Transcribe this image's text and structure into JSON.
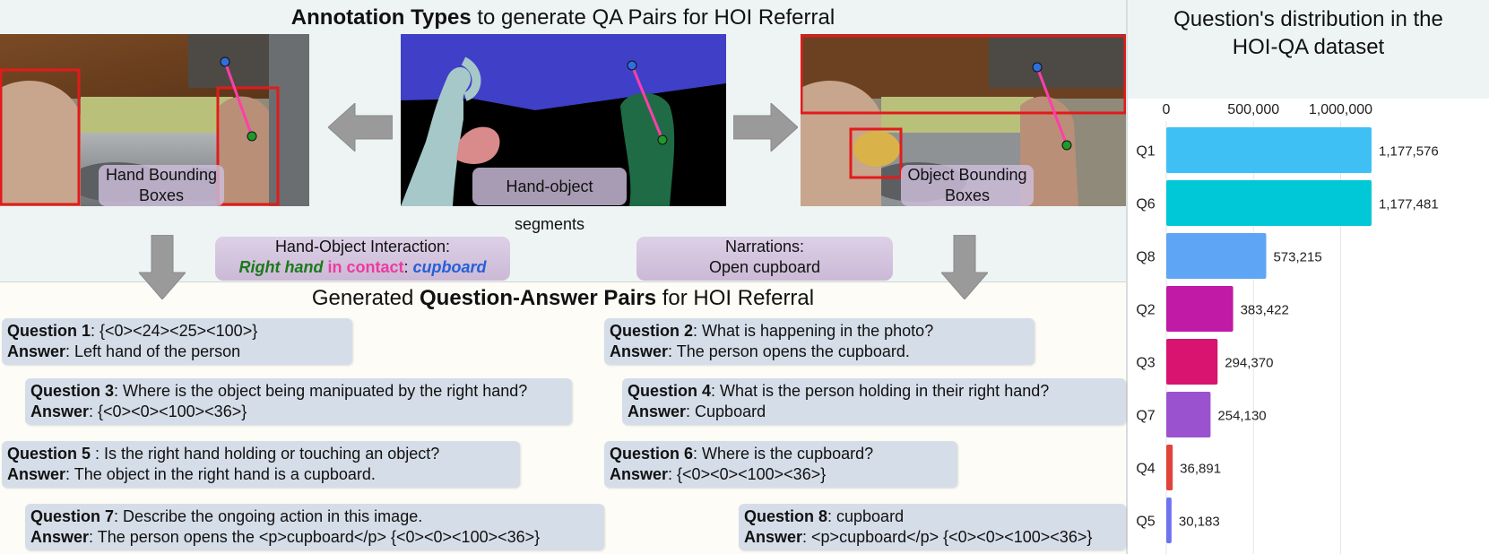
{
  "top": {
    "title_bold": "Annotation Types",
    "title_rest": " to generate QA Pairs for HOI Referral",
    "labels": {
      "hand_boxes_1": "Hand Bounding",
      "hand_boxes_2": "Boxes",
      "segments": "Hand-object segments",
      "object_boxes_1": "Object Bounding",
      "object_boxes_2": "Boxes"
    },
    "hoi": {
      "title": "Hand-Object Interaction:",
      "hand": "Right hand",
      "contact": " in contact",
      "colon": ": ",
      "object": "cupboard"
    },
    "narration": {
      "title": "Narrations:",
      "text": "Open cupboard"
    }
  },
  "bottom": {
    "title_pre": "Generated ",
    "title_bold": "Question-Answer Pairs",
    "title_post": " for HOI Referral",
    "qa": [
      {
        "q_label": "Question 1",
        "q_text": ": {<0><24><25><100>}",
        "a_label": "Answer",
        "a_text": ": Left hand of the person"
      },
      {
        "q_label": "Question 2",
        "q_text": ": What is happening in the photo?",
        "a_label": "Answer",
        "a_text": ": The person opens the cupboard."
      },
      {
        "q_label": "Question 3",
        "q_text": ": Where is the object being manipuated by the right hand?",
        "a_label": "Answer",
        "a_text": ": {<0><0><100><36>}"
      },
      {
        "q_label": "Question 4",
        "q_text": ": What is the person holding in their right hand?",
        "a_label": "Answer",
        "a_text": ": Cupboard"
      },
      {
        "q_label": "Question 5",
        "q_text": " : Is the right hand holding or touching an object?",
        "a_label": "Answer",
        "a_text": ": The object in the right hand is a cupboard."
      },
      {
        "q_label": "Question 6",
        "q_text": ": Where is the cupboard?",
        "a_label": "Answer",
        "a_text": ": {<0><0><100><36>}"
      },
      {
        "q_label": "Question 7",
        "q_text": ": Describe the ongoing action in this image.",
        "a_label": "Answer",
        "a_text": ": The person opens the <p>cupboard</p> {<0><0><100><36>}"
      },
      {
        "q_label": "Question 8",
        "q_text": ": cupboard",
        "a_label": "Answer",
        "a_text": ": <p>cupboard</p> {<0><0><100><36>}"
      }
    ]
  },
  "colors": {
    "box_red": "#e11b1b",
    "pink_line": "#ff3fa8",
    "seg_blue": "#3f3fc8",
    "seg_left_hand": "#a6c8c8",
    "seg_right_hand": "#1f6b46",
    "seg_object": "#d98a8a"
  },
  "chart_data": {
    "type": "bar",
    "orientation": "horizontal",
    "title": "Question's distribution in the HOI-QA dataset",
    "title_line1": "Question's distribution in the",
    "title_line2": "HOI-QA dataset",
    "categories": [
      "Q1",
      "Q6",
      "Q8",
      "Q2",
      "Q3",
      "Q7",
      "Q4",
      "Q5"
    ],
    "values": [
      1177576,
      1177481,
      573215,
      383422,
      294370,
      254130,
      36891,
      30183
    ],
    "value_labels": [
      "1,177,576",
      "1,177,481",
      "573,215",
      "383,422",
      "294,370",
      "254,130",
      "36,891",
      "30,183"
    ],
    "colors": [
      "#3fc0f5",
      "#00c8d6",
      "#5fa5f5",
      "#c01aa6",
      "#d81370",
      "#9b52cf",
      "#e0443a",
      "#6f72f0"
    ],
    "x_ticks": [
      0,
      500000,
      1000000
    ],
    "x_tick_labels": [
      "0",
      "500,000",
      "1,000,000"
    ],
    "xlim": [
      0,
      1177576
    ],
    "grid": true
  }
}
